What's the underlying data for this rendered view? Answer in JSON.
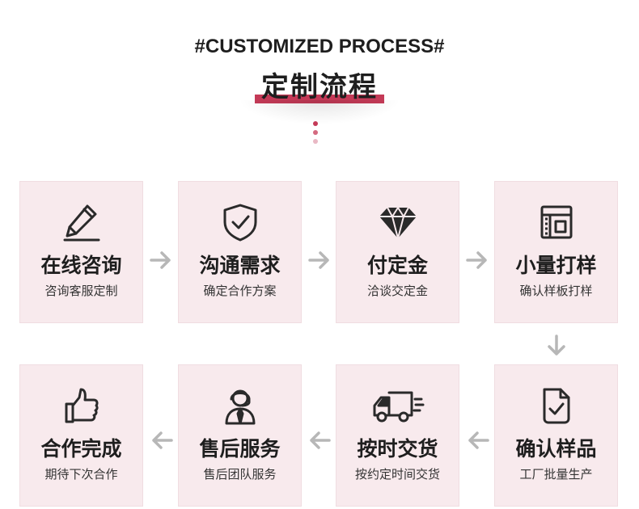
{
  "header": {
    "english_title": "#CUSTOMIZED PROCESS#",
    "chinese_title": "定制流程"
  },
  "colors": {
    "accent": "#c43a57",
    "card_bg": "#f8eaed",
    "arrow": "#b7b7b7"
  },
  "steps": [
    {
      "title": "在线咨询",
      "subtitle": "咨询客服定制",
      "icon": "pencil-icon"
    },
    {
      "title": "沟通需求",
      "subtitle": "确定合作方案",
      "icon": "shield-check-icon"
    },
    {
      "title": "付定金",
      "subtitle": "洽谈交定金",
      "icon": "diamond-icon"
    },
    {
      "title": "小量打样",
      "subtitle": "确认样板打样",
      "icon": "sample-board-icon"
    },
    {
      "title": "确认样品",
      "subtitle": "工厂批量生产",
      "icon": "document-check-icon"
    },
    {
      "title": "按时交货",
      "subtitle": "按约定时间交货",
      "icon": "delivery-truck-icon"
    },
    {
      "title": "售后服务",
      "subtitle": "售后团队服务",
      "icon": "customer-service-icon"
    },
    {
      "title": "合作完成",
      "subtitle": "期待下次合作",
      "icon": "thumbs-up-icon"
    }
  ]
}
